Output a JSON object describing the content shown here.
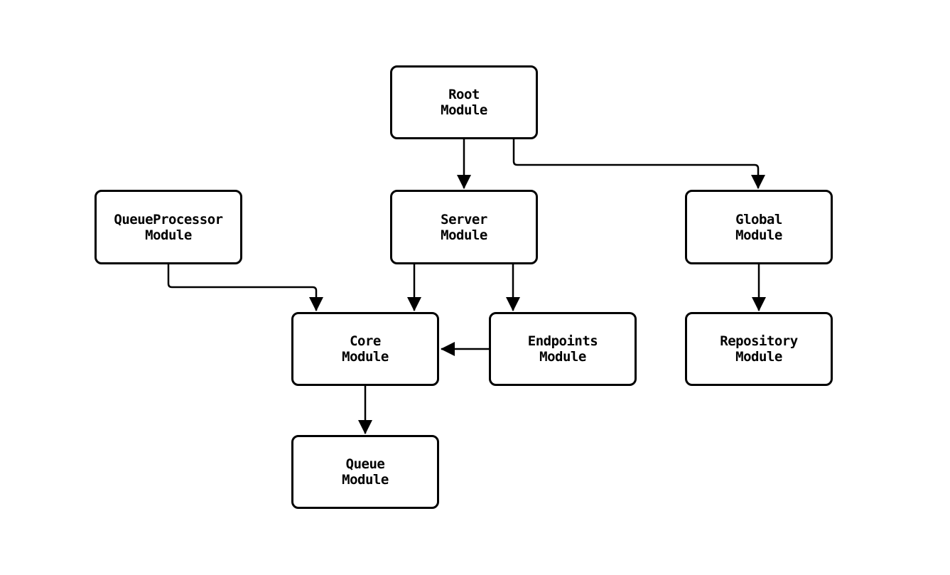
{
  "diagram": {
    "type": "module-dependency-flowchart",
    "background_color": "#ffffff",
    "stroke_color": "#000000",
    "text_color": "#000000",
    "node_fill_color": "#ffffff",
    "nodes": [
      {
        "id": "root",
        "lines": [
          "Root",
          "Module"
        ]
      },
      {
        "id": "queueprocessor",
        "lines": [
          "QueueProcessor",
          "Module"
        ]
      },
      {
        "id": "server",
        "lines": [
          "Server",
          "Module"
        ]
      },
      {
        "id": "global",
        "lines": [
          "Global",
          "Module"
        ]
      },
      {
        "id": "core",
        "lines": [
          "Core",
          "Module"
        ]
      },
      {
        "id": "endpoints",
        "lines": [
          "Endpoints",
          "Module"
        ]
      },
      {
        "id": "repository",
        "lines": [
          "Repository",
          "Module"
        ]
      },
      {
        "id": "queue",
        "lines": [
          "Queue",
          "Module"
        ]
      }
    ],
    "edges": [
      {
        "from": "Root Module",
        "to": "Server Module"
      },
      {
        "from": "Root Module",
        "to": "Global Module"
      },
      {
        "from": "QueueProcessor Module",
        "to": "Core Module"
      },
      {
        "from": "Server Module",
        "to": "Core Module"
      },
      {
        "from": "Server Module",
        "to": "Endpoints Module"
      },
      {
        "from": "Endpoints Module",
        "to": "Core Module"
      },
      {
        "from": "Global Module",
        "to": "Repository Module"
      },
      {
        "from": "Core Module",
        "to": "Queue Module"
      }
    ]
  }
}
